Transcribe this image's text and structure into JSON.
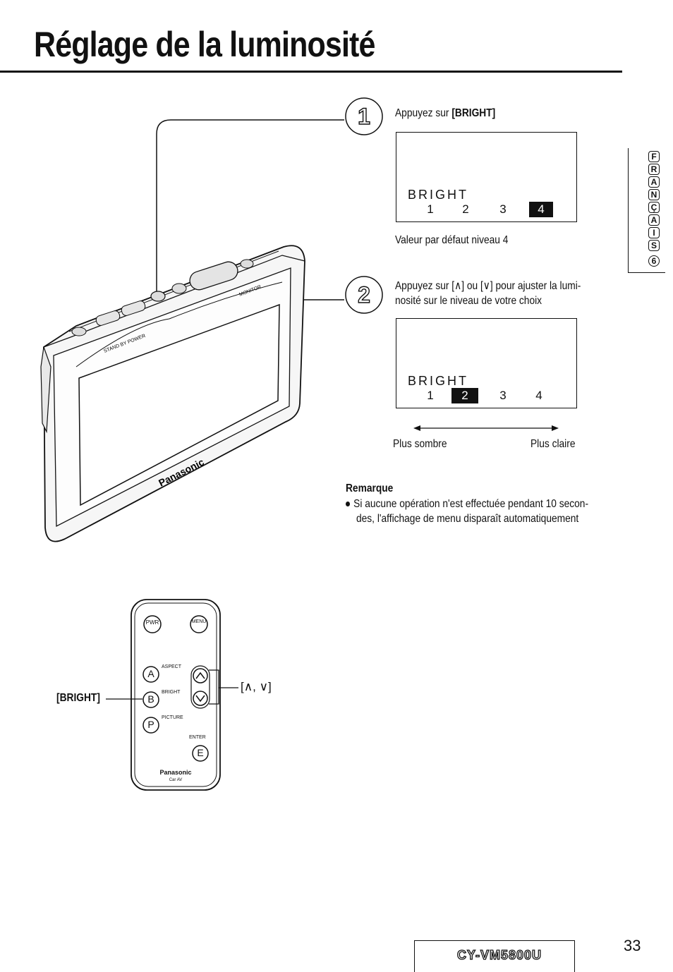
{
  "page": {
    "title": "Réglage de la luminosité",
    "number": "33",
    "model": "CY-VM5800U"
  },
  "side_tab": {
    "letters": [
      "F",
      "R",
      "A",
      "N",
      "Ç",
      "A",
      "I",
      "S"
    ],
    "number": "6"
  },
  "steps": [
    {
      "number": "1",
      "text_prefix": "Appuyez sur ",
      "text_key": "[BRIGHT]",
      "osd": {
        "label": "BRIGHT",
        "levels": [
          "1",
          "2",
          "3",
          "4"
        ],
        "selected": "4"
      },
      "note": "Valeur par défaut  niveau 4"
    },
    {
      "number": "2",
      "text_line1": "Appuyez sur [∧] ou [∨] pour ajuster la lumi-",
      "text_line2": "nosité sur le niveau de votre choix",
      "osd": {
        "label": "BRIGHT",
        "levels": [
          "1",
          "2",
          "3",
          "4"
        ],
        "selected": "2"
      },
      "scale_left": "Plus sombre",
      "scale_right": "Plus claire"
    }
  ],
  "remark": {
    "heading": "Remarque",
    "line1": "Si aucune opération n'est effectuée pendant 10 secon-",
    "line2": "des, l'affichage de menu disparaît automatiquement"
  },
  "monitor": {
    "brand": "Panasonic",
    "labels": [
      "STAND BY POWER",
      "MONITOR"
    ]
  },
  "remote": {
    "btn_pwr": "PWR",
    "btn_menu": "MENU",
    "btn_a": "A",
    "lbl_aspect": "ASPECT",
    "btn_b": "B",
    "lbl_bright": "BRIGHT",
    "btn_p": "P",
    "lbl_picture": "PICTURE",
    "lbl_enter": "ENTER",
    "btn_e": "E",
    "brand": "Panasonic",
    "brand_sub": "Car AV",
    "callout_bright": "[BRIGHT]",
    "callout_arrows": "[∧, ∨]"
  }
}
